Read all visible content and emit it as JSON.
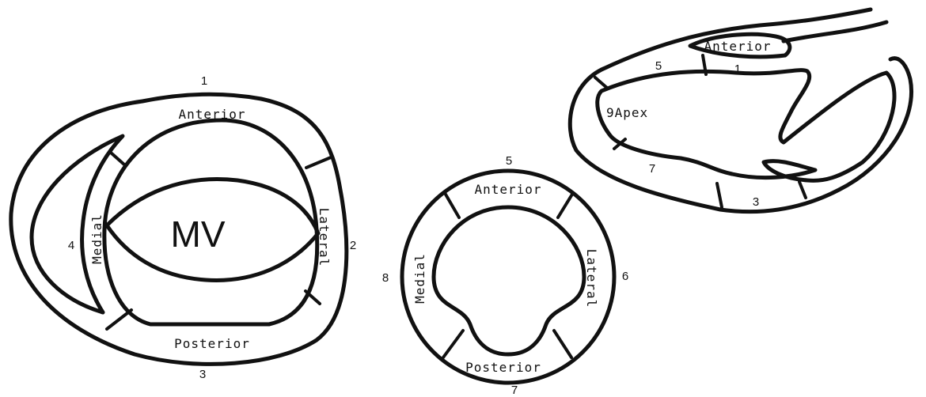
{
  "mitral_view": {
    "segments": {
      "anterior": "Anterior",
      "lateral": "Lateral",
      "posterior": "Posterior",
      "medial": "Medial"
    },
    "center_label": "MV",
    "numbers": {
      "n1": "1",
      "n2": "2",
      "n3": "3",
      "n4": "4"
    }
  },
  "midventricular_view": {
    "segments": {
      "anterior": "Anterior",
      "lateral": "Lateral",
      "posterior": "Posterior",
      "medial": "Medial"
    },
    "numbers": {
      "n5": "5",
      "n6": "6",
      "n7": "7",
      "n8": "8"
    }
  },
  "long_axis_view": {
    "segments": {
      "anterior": "Anterior",
      "apex": "9Apex"
    },
    "numbers": {
      "n1": "1",
      "n3": "3",
      "n5": "5",
      "n7": "7"
    }
  }
}
